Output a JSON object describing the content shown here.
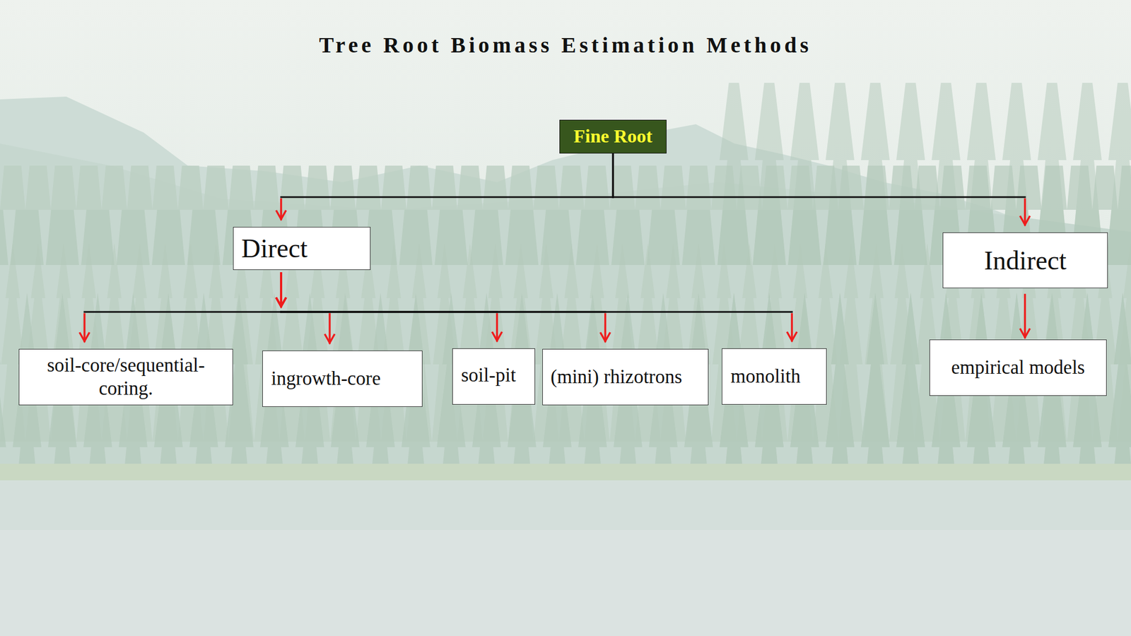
{
  "diagram": {
    "title": "Tree Root Biomass Estimation Methods",
    "nodes": [
      {
        "text": [
          "Fine Root"
        ]
      },
      {
        "text": [
          "Direct"
        ]
      },
      {
        "text": [
          "Indirect"
        ]
      },
      {
        "text": [
          "soil-core/sequential- coring."
        ]
      },
      {
        "text": [
          "ingrowth-core"
        ]
      },
      {
        "text": [
          "soil-pit"
        ]
      },
      {
        "text": [
          "(mini) rhizotrons"
        ]
      },
      {
        "text": [
          "monolith"
        ]
      },
      {
        "text": [
          "empirical models"
        ]
      }
    ],
    "edges": [
      {
        "from": 0,
        "to": 1,
        "arrow": "to"
      },
      {
        "from": 0,
        "to": 2,
        "arrow": "to"
      },
      {
        "from": 1,
        "to": 3,
        "arrow": "to"
      },
      {
        "from": 1,
        "to": 4,
        "arrow": "to"
      },
      {
        "from": 1,
        "to": 5,
        "arrow": "to"
      },
      {
        "from": 1,
        "to": 6,
        "arrow": "to"
      },
      {
        "from": 1,
        "to": 7,
        "arrow": "to"
      },
      {
        "from": 2,
        "to": 8,
        "arrow": "to"
      }
    ]
  }
}
